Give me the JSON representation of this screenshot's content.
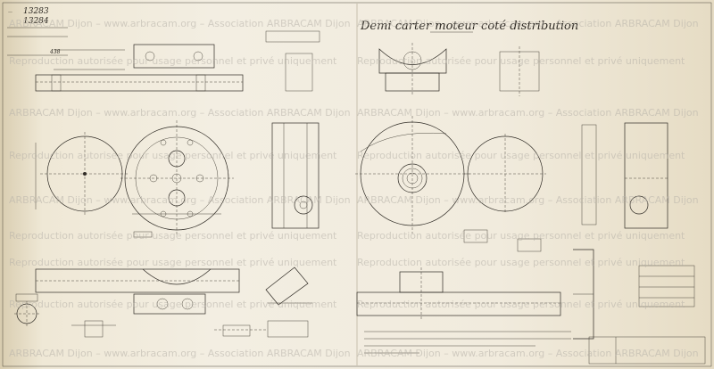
{
  "title": "Demi carter moteur coté distribution",
  "title_block": {
    "ref_1": "13283",
    "ref_2": "13284",
    "number": "438"
  },
  "watermark": {
    "line_a": "ARBRACAM Dijon – www.arbracam.org – Association ARBRACAM Dijon",
    "line_b": "Reproduction autorisée pour usage personnel et privé uniquement"
  },
  "colors": {
    "paper": "#f1ebdd",
    "ink": "#2e2a24",
    "watermark": "#b7b2a9"
  }
}
